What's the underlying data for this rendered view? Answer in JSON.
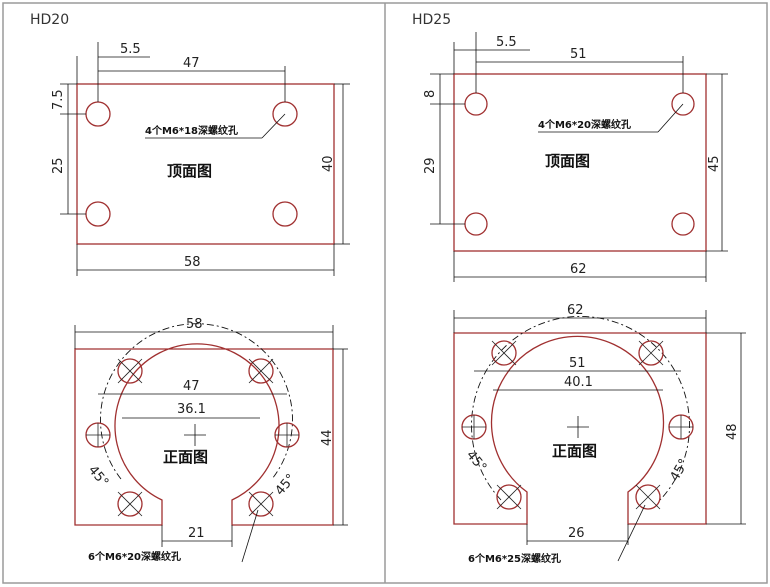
{
  "colors": {
    "part_outline": "#a03030",
    "dimension": "#111111",
    "frame": "#9a9a9a"
  },
  "panels": [
    {
      "model": "HD20",
      "top_view": {
        "label": "顶面图",
        "hole_note": "4个M6*18深螺纹孔",
        "dims": {
          "edge_offset": "5.5",
          "hole_spacing_x": "47",
          "edge_offset_y": "7.5",
          "hole_spacing_y": "25",
          "height": "40",
          "width": "58"
        }
      },
      "front_view": {
        "label": "正面图",
        "hole_note": "6个M6*20深螺纹孔",
        "dims": {
          "width": "58",
          "pcd": "47",
          "bore": "36.1",
          "height": "44",
          "slot": "21",
          "angle_left": "45°",
          "angle_right": "45°"
        }
      }
    },
    {
      "model": "HD25",
      "top_view": {
        "label": "顶面图",
        "hole_note": "4个M6*20深螺纹孔",
        "dims": {
          "edge_offset": "5.5",
          "hole_spacing_x": "51",
          "edge_offset_y": "8",
          "hole_spacing_y": "29",
          "height": "45",
          "width": "62"
        }
      },
      "front_view": {
        "label": "正面图",
        "hole_note": "6个M6*25深螺纹孔",
        "dims": {
          "width": "62",
          "pcd": "51",
          "bore": "40.1",
          "height": "48",
          "slot": "26",
          "angle_left": "45°",
          "angle_right": "45°"
        }
      }
    }
  ]
}
